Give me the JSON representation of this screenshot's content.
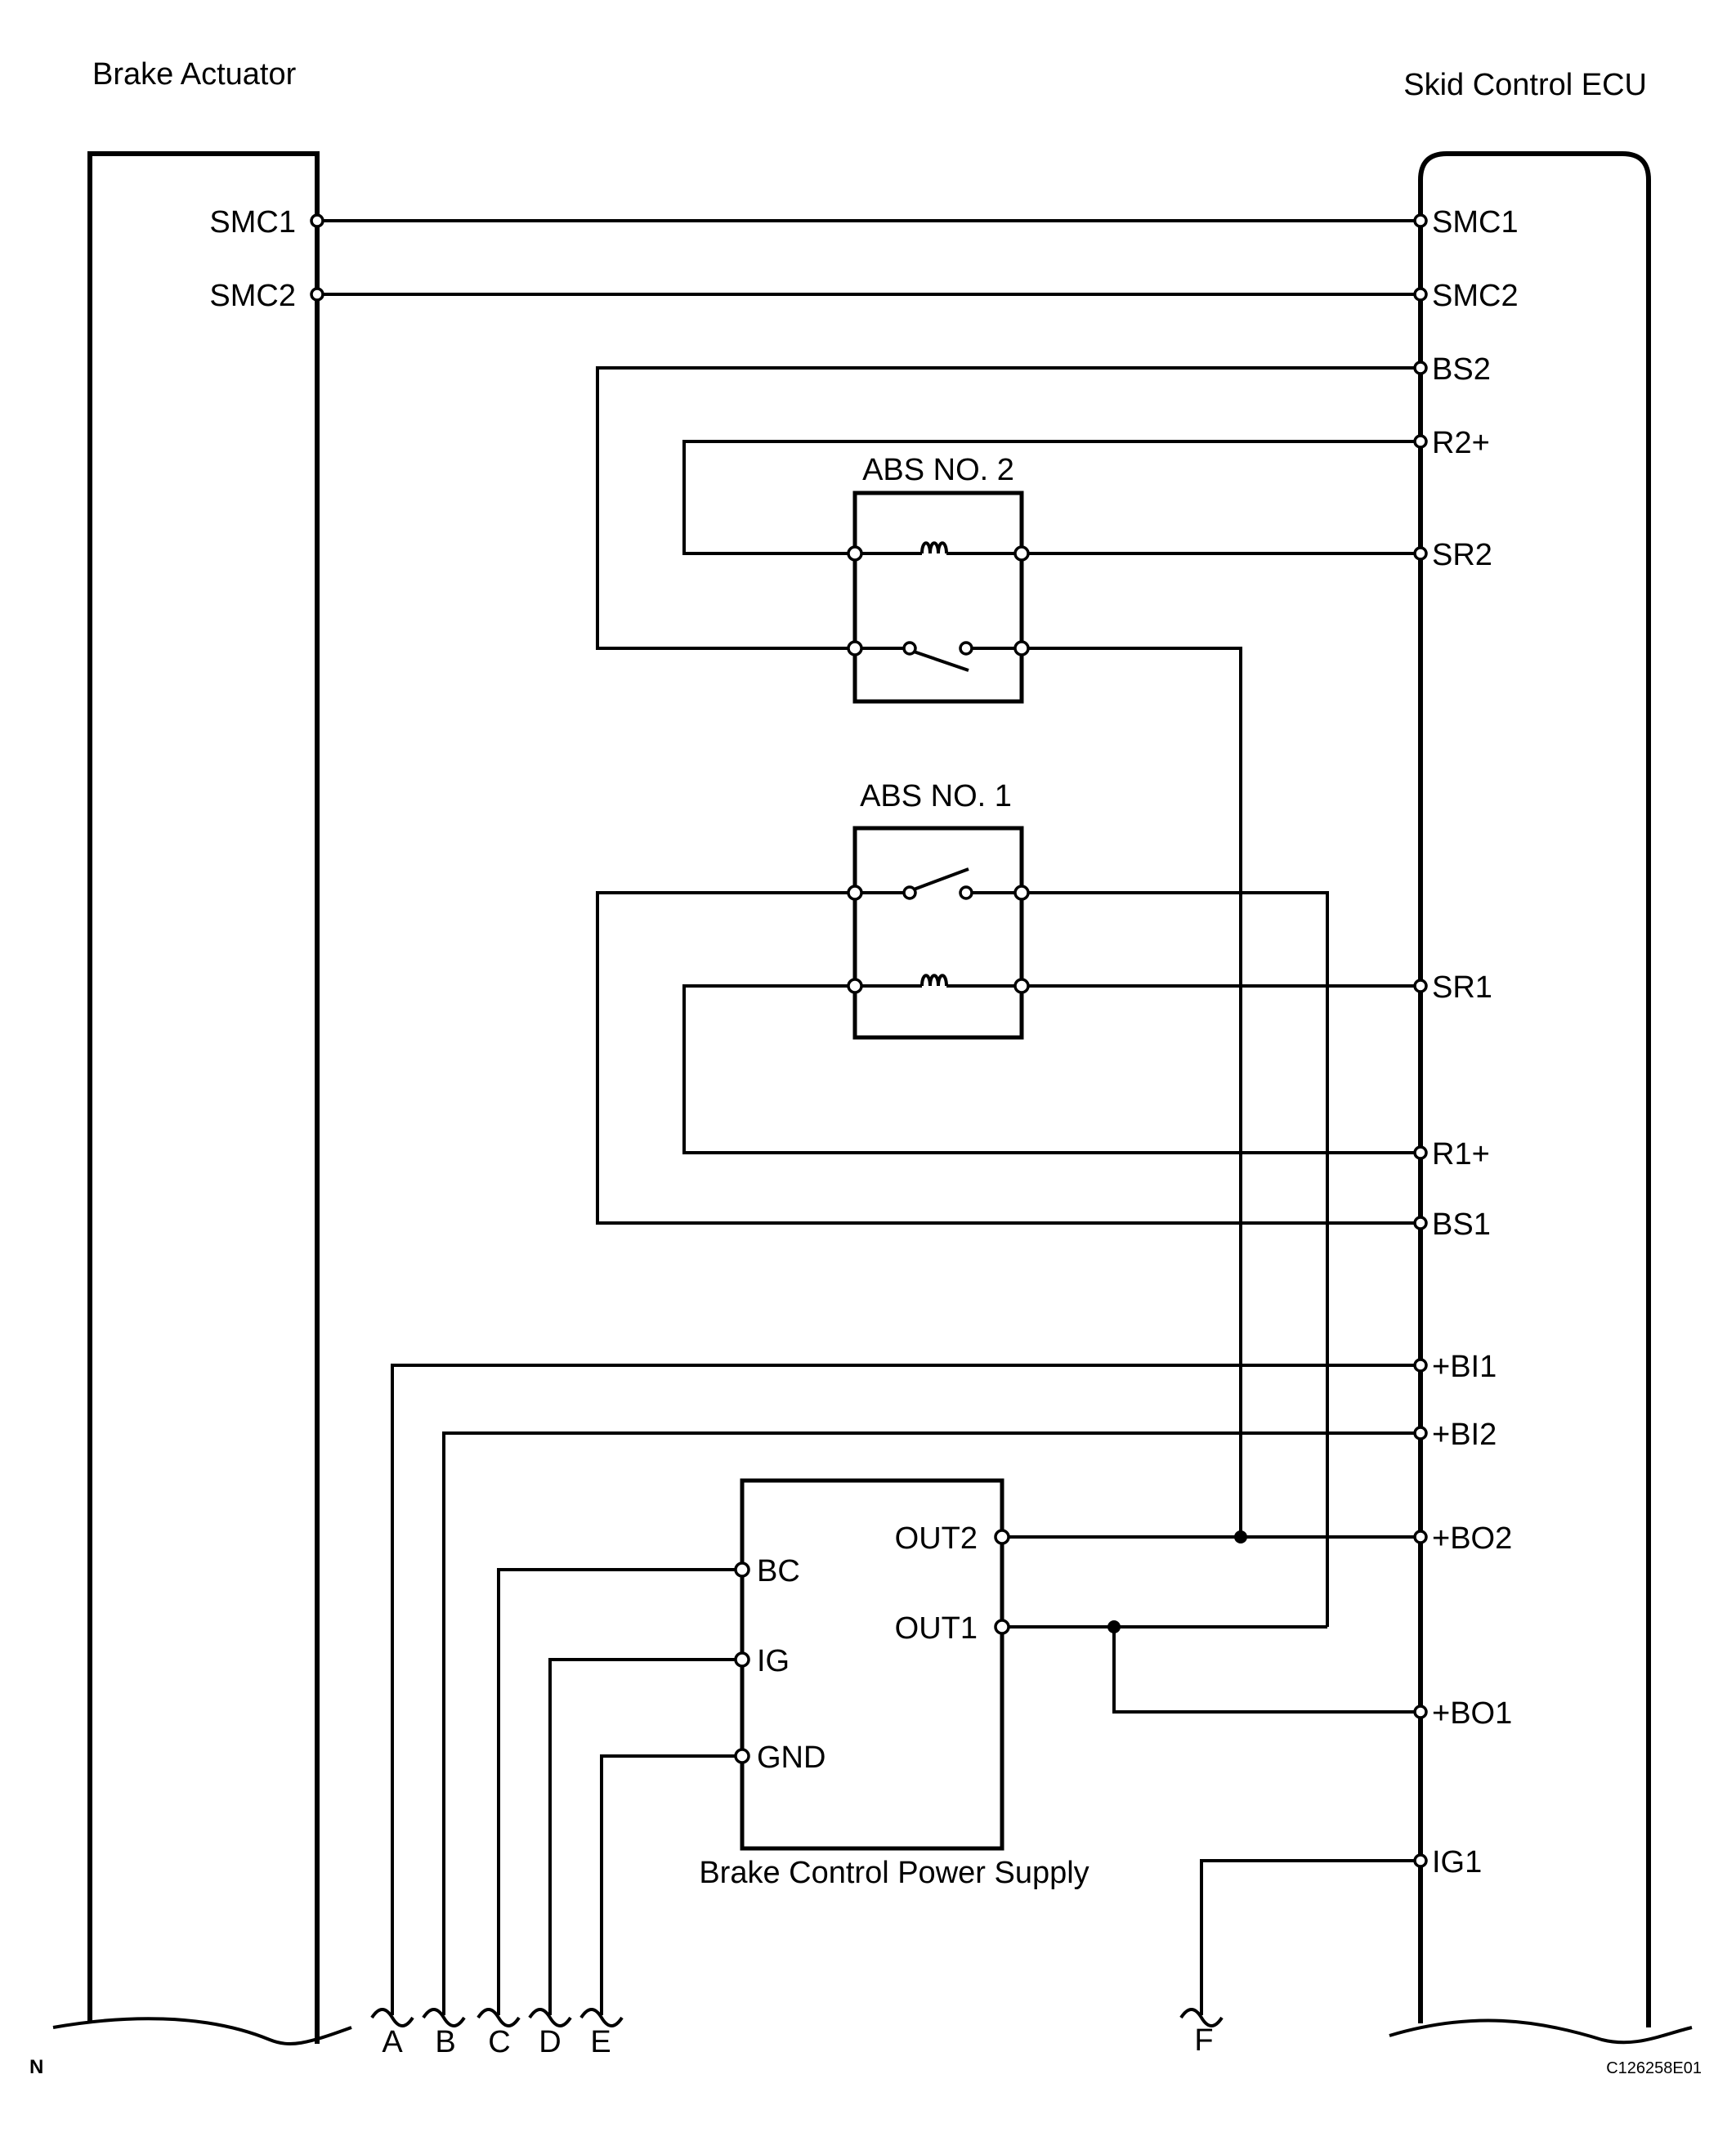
{
  "titles": {
    "left_component": "Brake Actuator",
    "right_component": "Skid Control ECU",
    "relay2": "ABS NO. 2",
    "relay1": "ABS NO. 1",
    "power_supply": "Brake Control Power Supply"
  },
  "actuator_pins": [
    "SMC1",
    "SMC2"
  ],
  "ecu_pins": {
    "smc1": "SMC1",
    "smc2": "SMC2",
    "bs2": "BS2",
    "r2": "R2+",
    "sr2": "SR2",
    "sr1": "SR1",
    "r1": "R1+",
    "bs1": "BS1",
    "bi1": "+BI1",
    "bi2": "+BI2",
    "bo2": "+BO2",
    "bo1": "+BO1",
    "ig1": "IG1"
  },
  "power_supply_pins": {
    "out2": "OUT2",
    "out1": "OUT1",
    "bc": "BC",
    "ig": "IG",
    "gnd": "GND"
  },
  "bottom_connectors": [
    "A",
    "B",
    "C",
    "D",
    "E",
    "F"
  ],
  "corner_mark": "N",
  "figure_code": "C126258E01"
}
